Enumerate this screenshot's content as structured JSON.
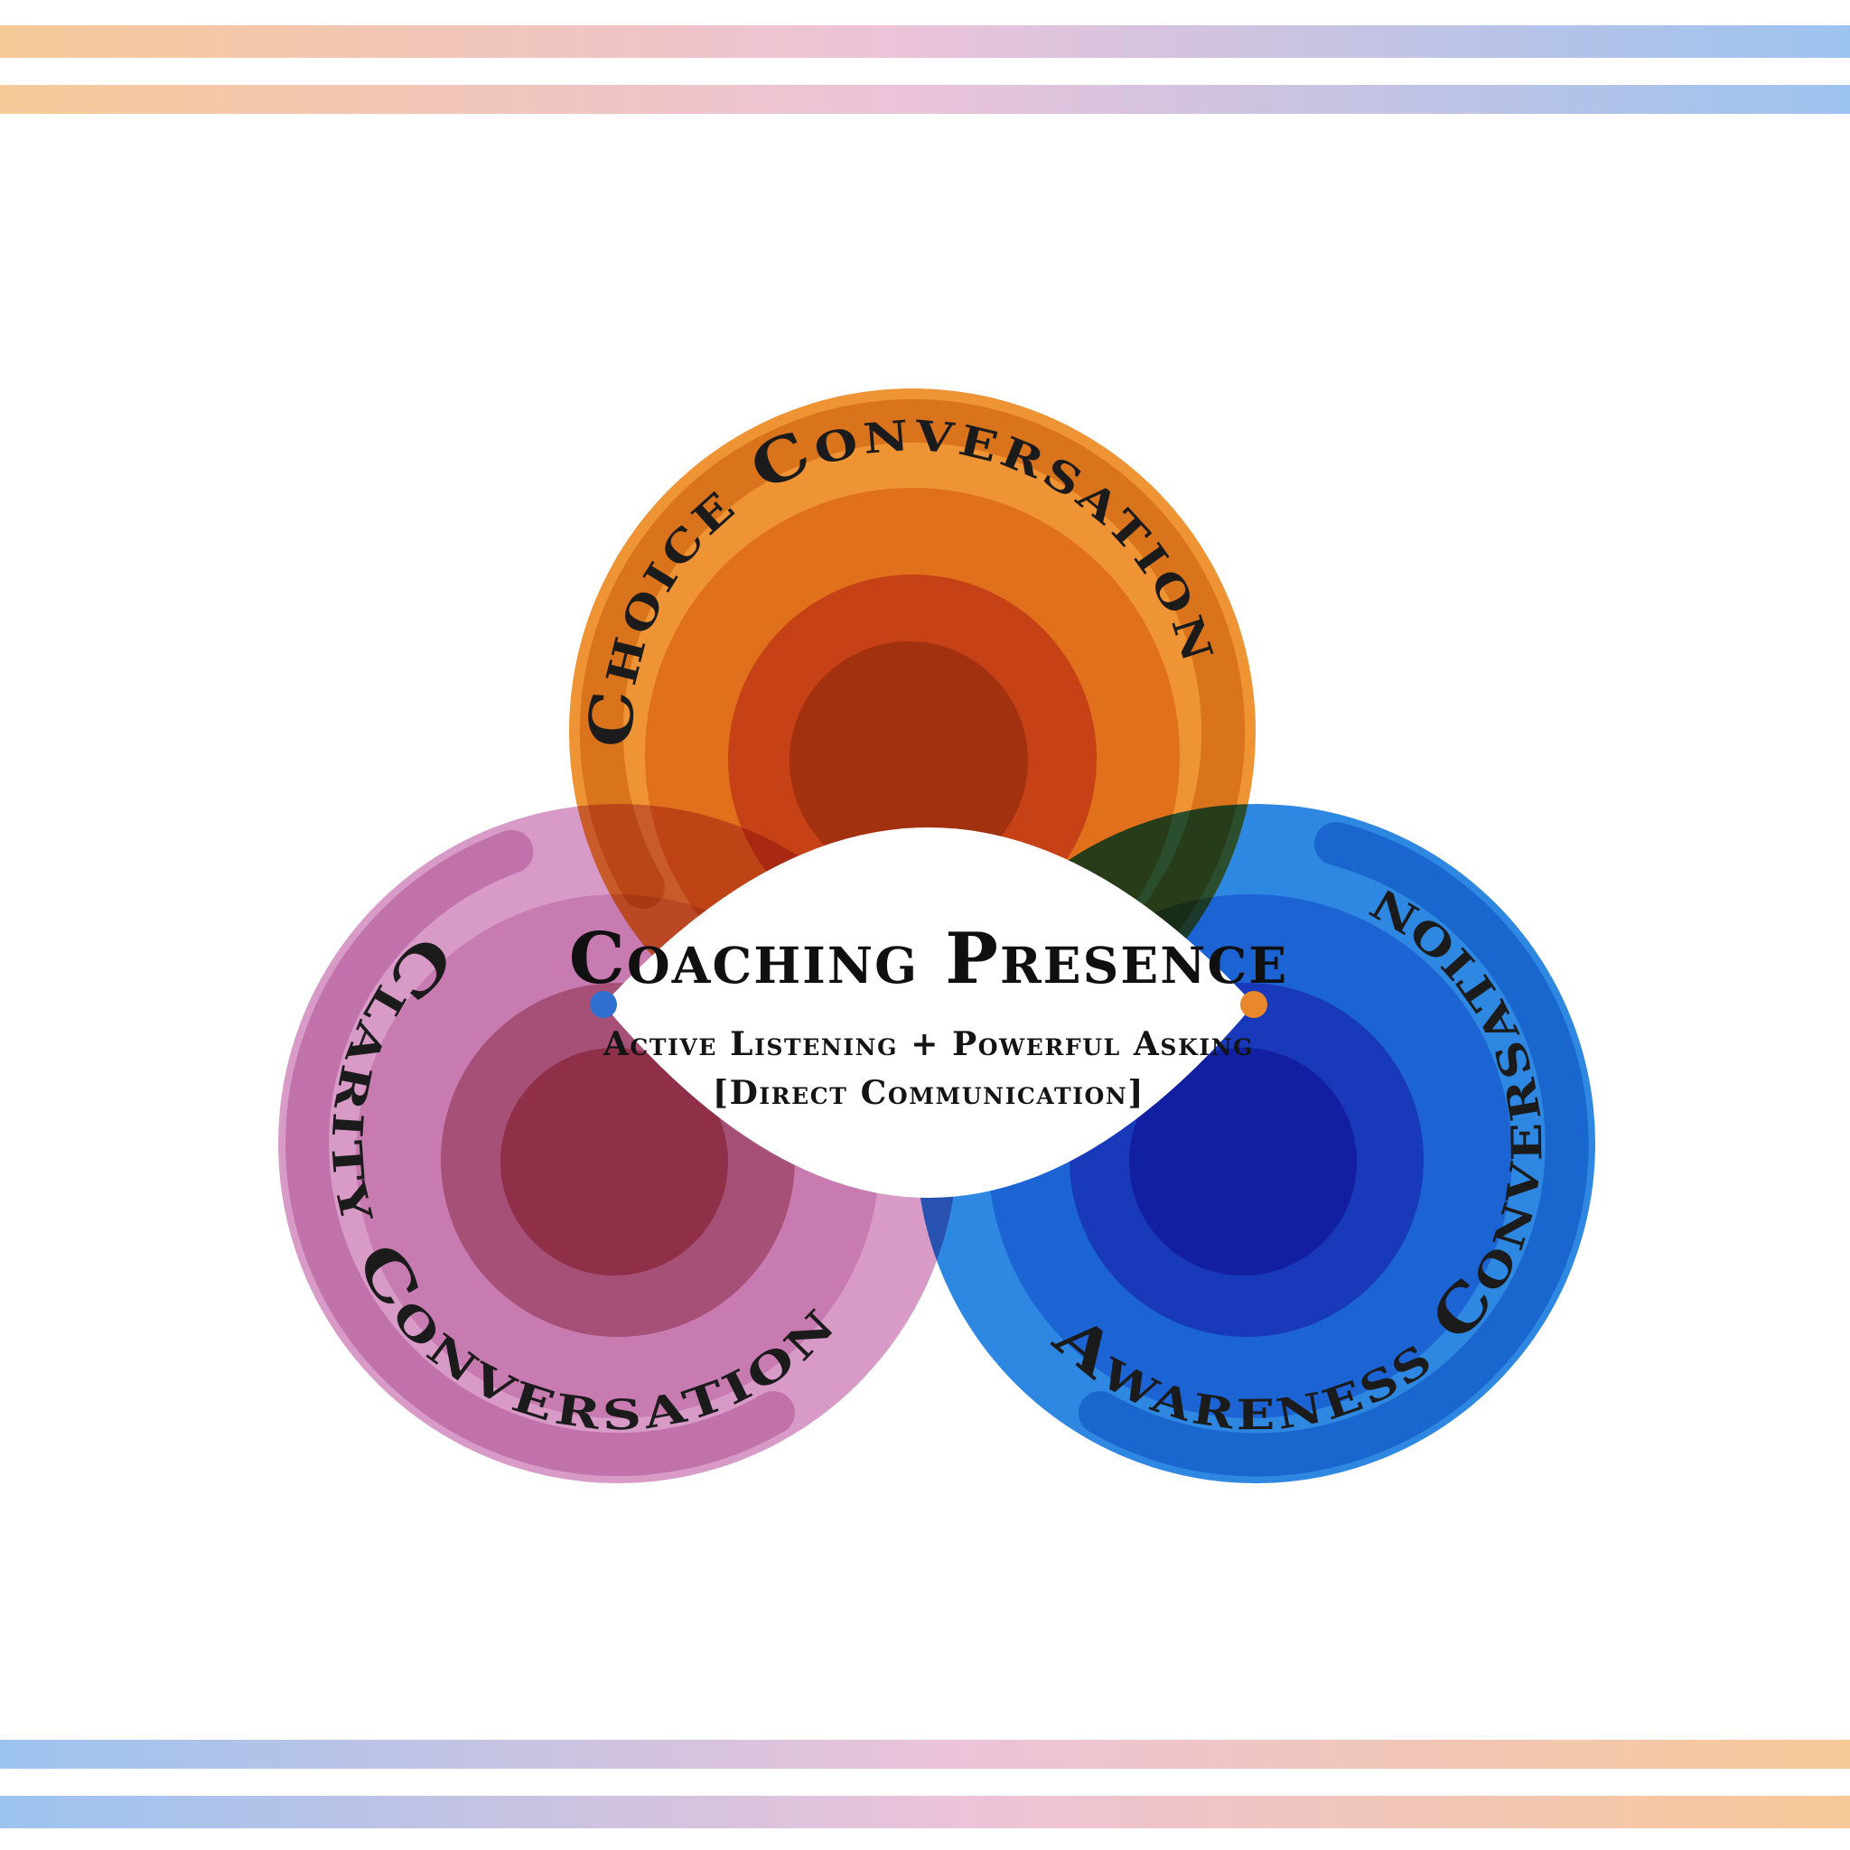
{
  "diagram": {
    "center": {
      "title": "Coaching Presence",
      "subtitle": "Active Listening + Powerful Asking",
      "note": "[Direct Communication]",
      "left_dot_color": "#2e6fd0",
      "right_dot_color": "#e8872c",
      "line_colors": [
        "#3b76d6",
        "#c490c2",
        "#e3862e"
      ]
    },
    "circles": [
      {
        "id": "choice",
        "label": "Choice Conversation",
        "color": "#ee9434",
        "tail_color": "#d9731c",
        "shades": [
          "#e1701c",
          "#c64115",
          "#a23110"
        ]
      },
      {
        "id": "clarity",
        "label": "Clarity Conversation",
        "color": "#d89bc8",
        "tail_color": "#c272aa",
        "shades": [
          "#c77bb0",
          "#a65078",
          "#8f3048"
        ]
      },
      {
        "id": "awareness",
        "label": "Awareness Conversation",
        "color": "#2e87e0",
        "tail_color": "#1a66cf",
        "shades": [
          "#1c64d4",
          "#1839b9",
          "#121fa0"
        ]
      }
    ]
  },
  "decor": {
    "stripe_gradient": [
      "#f6c998",
      "#ecc3d8",
      "#9cc3ef"
    ]
  }
}
